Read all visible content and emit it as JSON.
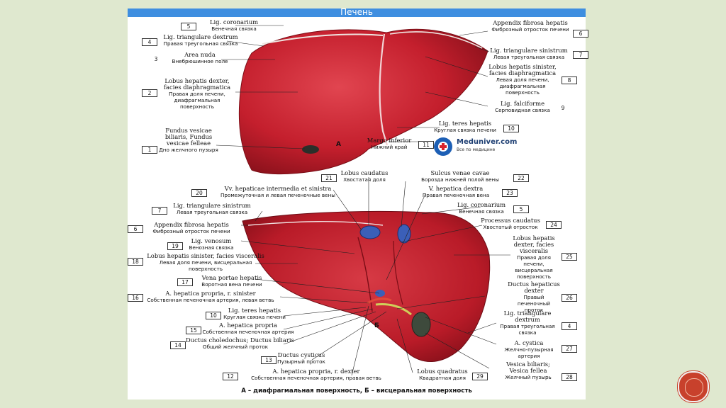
{
  "slide": {
    "title": "Печень"
  },
  "caption": "А – диафрагмальная поверхность, Б – висцеральная поверхность",
  "figure_letters": {
    "a": "А",
    "b": "Б"
  },
  "watermark": {
    "name": "Meduniver.com",
    "tagline": "Все по медицине"
  },
  "colors": {
    "liver": "#c8202e",
    "liver_dark": "#7f0e17",
    "header": "#3e8ee0",
    "background": "#dfe8cf",
    "deco": "#c8412c"
  },
  "labels": {
    "a": [
      {
        "num": "5",
        "lat": "Lig. coronarium",
        "rus": "Венечная связка"
      },
      {
        "num": "4",
        "lat": "Lig. triangulare dextrum",
        "rus": "Правая треугольная связка"
      },
      {
        "num": "3",
        "lat": "Area nuda",
        "rus": "Внебрюшинное поле"
      },
      {
        "num": "2",
        "lat": "Lobus hepatis dexter, facies diaphragmatica",
        "rus": "Правая доля печени, диафрагмальная поверхность"
      },
      {
        "num": "1",
        "lat": "Fundus vesicae biliaris, Fundus vesicae felleae",
        "rus": "Дно желчного пузыря"
      },
      {
        "num": "6",
        "lat": "Appendix fibrosa hepatis",
        "rus": "Фиброзный отросток печени"
      },
      {
        "num": "7",
        "lat": "Lig. triangulare sinistrum",
        "rus": "Левая треугольная связка"
      },
      {
        "num": "8",
        "lat": "Lobus hepatis sinister, facies diaphragmatica",
        "rus": "Левая доля печени, диафрагмальная поверхность"
      },
      {
        "num": "9",
        "lat": "Lig. falciforme",
        "rus": "Серповидная связка"
      },
      {
        "num": "10",
        "lat": "Lig. teres hepatis",
        "rus": "Круглая связка печени"
      },
      {
        "num": "11",
        "lat": "Margo inferior",
        "rus": "Нижний край"
      }
    ],
    "b": [
      {
        "num": "21",
        "lat": "Lobus caudatus",
        "rus": "Хвостатая доля"
      },
      {
        "num": "22",
        "lat": "Sulcus venae cavae",
        "rus": "Борозда нижней полой вены"
      },
      {
        "num": "20",
        "lat": "Vv. hepaticae intermedia et sinistra",
        "rus": "Промежуточная и левая печеночные вены"
      },
      {
        "num": "23",
        "lat": "V. hepatica dextra",
        "rus": "Правая печеночная вена"
      },
      {
        "num": "7",
        "lat": "Lig. triangulare sinistrum",
        "rus": "Левая треугольная связка"
      },
      {
        "num": "5",
        "lat": "Lig. coronarium",
        "rus": "Венечная связка"
      },
      {
        "num": "6",
        "lat": "Appendix fibrosa hepatis",
        "rus": "Фиброзный отросток печени"
      },
      {
        "num": "24",
        "lat": "Processus caudatus",
        "rus": "Хвостатый отросток"
      },
      {
        "num": "19",
        "lat": "Lig. venosum",
        "rus": "Венозная связка"
      },
      {
        "num": "25",
        "lat": "Lobus hepatis dexter, facies visceralis",
        "rus": "Правая доля печени, висцеральная поверхность"
      },
      {
        "num": "18",
        "lat": "Lobus hepatis sinister, facies visceralis",
        "rus": "Левая доля печени, висцеральная поверхность"
      },
      {
        "num": "17",
        "lat": "Vena portae hepatis",
        "rus": "Воротная вена печени"
      },
      {
        "num": "26",
        "lat": "Ductus hepaticus dexter",
        "rus": "Правый печеночный проток"
      },
      {
        "num": "16",
        "lat": "A. hepatica propria, r. sinister",
        "rus": "Собственная печеночная артерия, левая ветвь"
      },
      {
        "num": "10",
        "lat": "Lig. teres hepatis",
        "rus": "Круглая связка печени"
      },
      {
        "num": "4",
        "lat": "Lig. triangulare dextrum",
        "rus": "Правая треугольная связка"
      },
      {
        "num": "15",
        "lat": "A. hepatica propria",
        "rus": "Собственная печеночная артерия"
      },
      {
        "num": "14",
        "lat": "Ductus choledochus; Ductus biliaris",
        "rus": "Общий желчный проток"
      },
      {
        "num": "27",
        "lat": "A. cystica",
        "rus": "Желчно-пузырная артерия"
      },
      {
        "num": "13",
        "lat": "Ductus cysticus",
        "rus": "Пузырный проток"
      },
      {
        "num": "28",
        "lat": "Vesica biliaris; Vesica fellea",
        "rus": "Желчный пузырь"
      },
      {
        "num": "12",
        "lat": "A. hepatica propria, r. dexter",
        "rus": "Собственная печеночная артерия, правая ветвь"
      },
      {
        "num": "29",
        "lat": "Lobus quadratus",
        "rus": "Квадратная доля"
      }
    ]
  }
}
